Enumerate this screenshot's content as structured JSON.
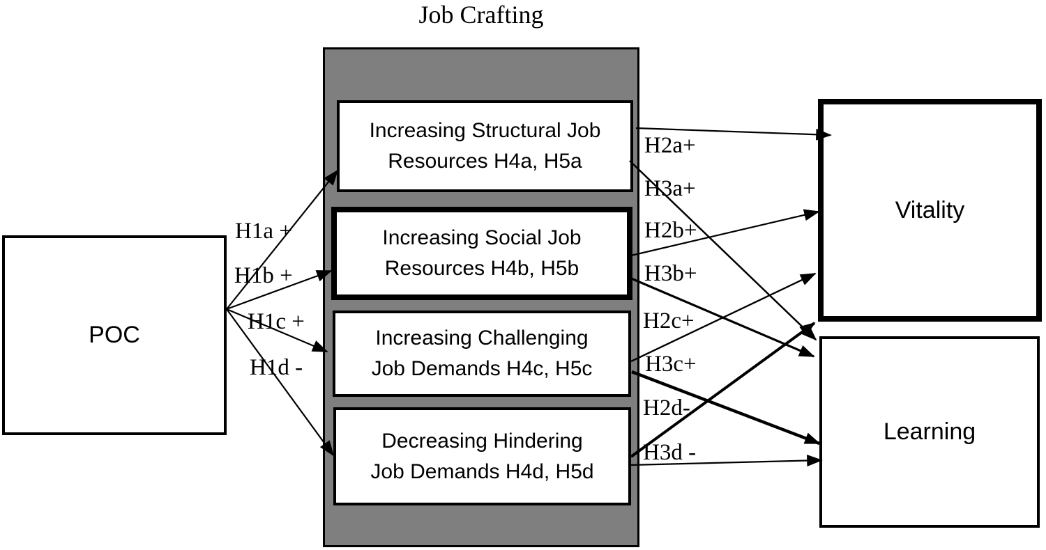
{
  "diagram": {
    "title": "Job Crafting",
    "nodes": {
      "poc": "POC",
      "vitality": "Vitality",
      "learning": "Learning",
      "crafting": [
        {
          "line1": "Increasing Structural Job",
          "line2": "Resources H4a, H5a"
        },
        {
          "line1": "Increasing Social Job",
          "line2": "Resources H4b, H5b"
        },
        {
          "line1": "Increasing Challenging",
          "line2": "Job Demands H4c, H5c"
        },
        {
          "line1": "Decreasing Hindering",
          "line2": "Job Demands H4d, H5d"
        }
      ]
    },
    "edge_labels": {
      "h1a": "H1a +",
      "h1b": "H1b +",
      "h1c": "H1c +",
      "h1d": "H1d -",
      "h2a": "H2a+",
      "h3a": "H3a+",
      "h2b": "H2b+",
      "h3b": "H3b+",
      "h2c": "H2c+",
      "h3c": "H3c+",
      "h2d": "H2d-",
      "h3d": "H3d -"
    },
    "colors": {
      "line": "#000000",
      "container_fill": "#7f7f7f",
      "box_fill": "#ffffff",
      "background": "#ffffff"
    }
  }
}
